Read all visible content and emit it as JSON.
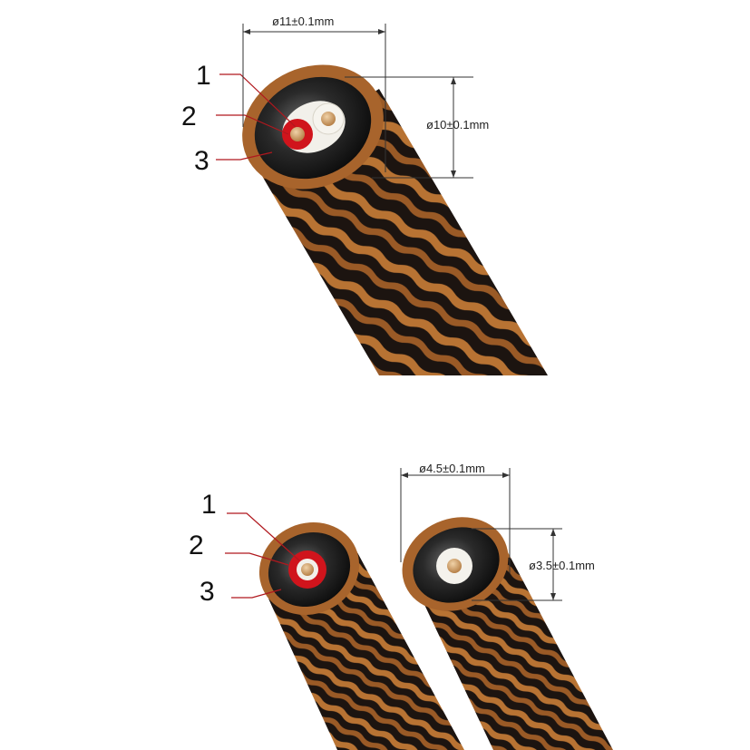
{
  "top_cable": {
    "callouts": [
      "1",
      "2",
      "3"
    ],
    "outer_diameter": "ø11±0.1mm",
    "inner_diameter": "ø10±0.1mm"
  },
  "bottom_left_cable": {
    "callouts": [
      "1",
      "2",
      "3"
    ]
  },
  "bottom_right_cable": {
    "outer_diameter": "ø4.5±0.1mm",
    "inner_diameter": "ø3.5±0.1mm"
  },
  "colors": {
    "jacket_brown": "#a8642c",
    "braid_copper": "#b87333",
    "braid_dark": "#1c1410",
    "shield_black": "#1a1a1a",
    "insulation_red": "#d0141c",
    "insulation_white": "#f2f0ea",
    "conductor_copper": "#c8955a",
    "leader_red": "#b0181e"
  }
}
